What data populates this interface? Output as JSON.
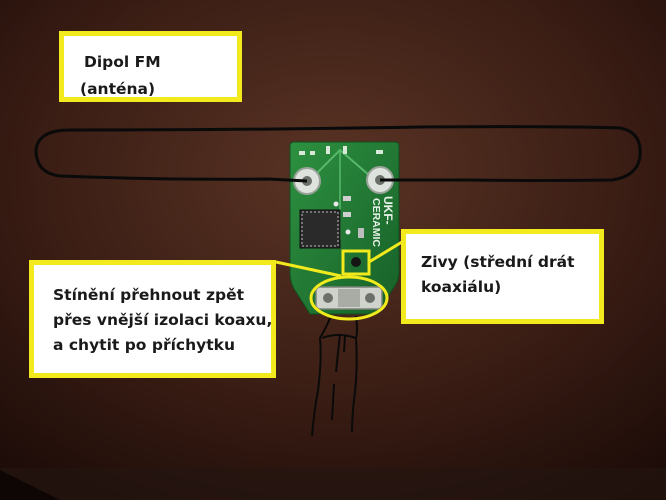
{
  "labels": {
    "antenna": [
      "Dipol FM",
      "(anténa)"
    ],
    "shield": [
      "Stínění přehnout zpět",
      "přes vnější izolaci koaxu,",
      "a chytit po příchytku"
    ],
    "core": [
      "Zivy (střední drát",
      "koaxiálu)"
    ]
  },
  "board": {
    "markings": [
      "UKF-",
      "CERAMIC"
    ]
  },
  "colors": {
    "highlight": "#f2ea1c",
    "pcb": "#1f7a32",
    "wire": "#0a0a0a",
    "table": "#2a140e"
  }
}
